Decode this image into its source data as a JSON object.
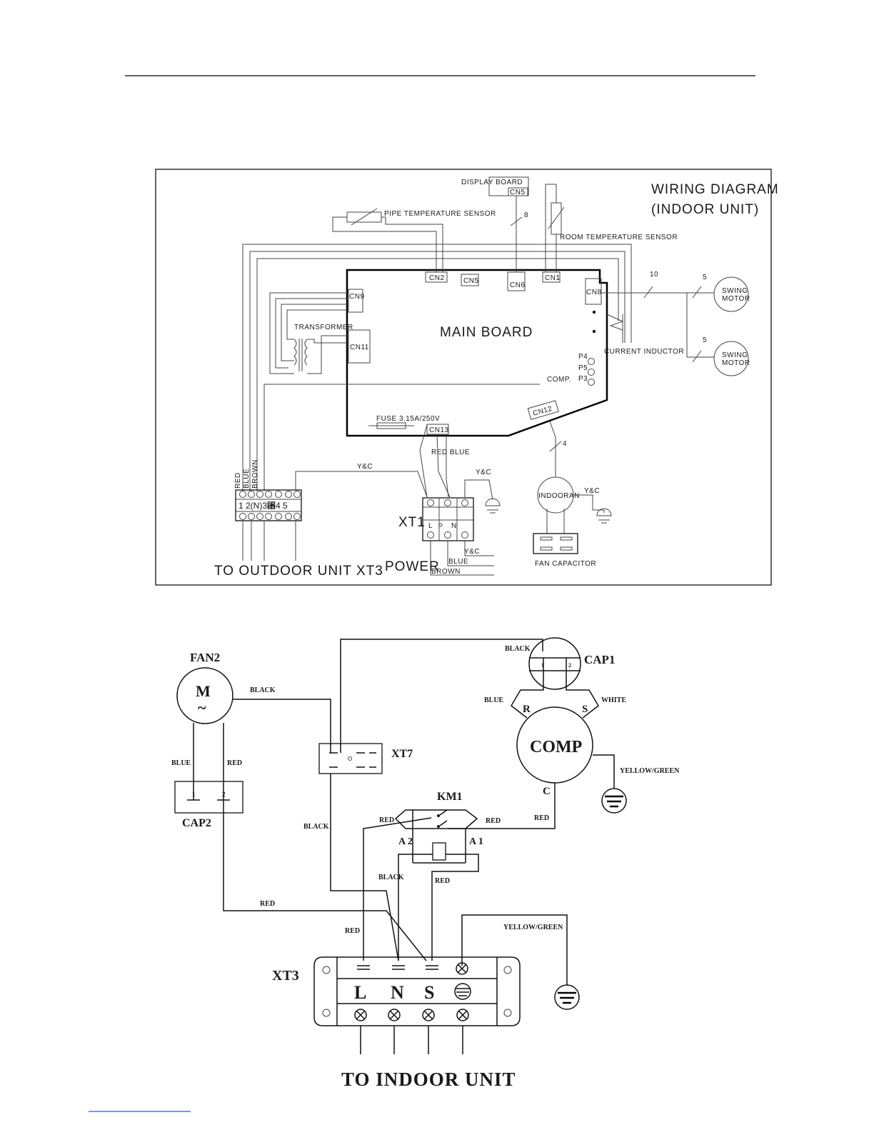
{
  "indoor": {
    "title_line1": "WIRING  DIAGRAM",
    "title_line2": "(INDOOR  UNIT)",
    "main_board": "MAIN  BOARD",
    "display_board": "DISPLAY  BOARD",
    "pipe_sensor": "PIPE  TEMPERATURE  SENSOR",
    "room_sensor": "ROOM  TEMPERATURE  SENSOR",
    "transformer": "TRANSFORMER",
    "current_inductor": "CURRENT  INDUCTOR",
    "swing_motor_1a": "SWING",
    "swing_motor_1b": "MOTOR",
    "swing_motor_2a": "SWING",
    "swing_motor_2b": "MOTOR",
    "fuse": "FUSE  3.15A/250V",
    "comp": "COMP.",
    "indoor_fan": "INDOORAN",
    "fan_capacitor": "FAN  CAPACITOR",
    "xt1": "XT1",
    "power": "POWER",
    "to_outdoor": "TO  OUTDOOR  UNIT  XT3",
    "connectors": {
      "cn5_top": "CN5",
      "cn2": "CN2",
      "cn5": "CN5",
      "cn6": "CN6",
      "cn1": "CN1",
      "cn9": "CN9",
      "cn11": "CN11",
      "cn8": "CN8",
      "cn12": "CN12",
      "cn13": "CN13"
    },
    "ports": {
      "p4": "P4",
      "p5": "P5",
      "p3": "P3"
    },
    "wire_counts": {
      "w8": "8",
      "w10": "10",
      "w5a": "5",
      "w5b": "5",
      "w4": "4"
    },
    "wires": {
      "red": "RED",
      "blue": "BLUE",
      "brown": "BROWN",
      "yc1": "Y&C",
      "yc2": "Y&C",
      "yc3": "Y&C",
      "yc4": "Y&C",
      "red_blue": "RED  BLUE",
      "blue2": "BLUE",
      "brown2": "BROWN"
    },
    "terminal_labels": "1  2(N)3␸4  5",
    "xt1_terminals": {
      "l": "L",
      "n": "N"
    }
  },
  "outdoor": {
    "fan2": "FAN2",
    "motor_m": "M",
    "motor_tilde": "~",
    "cap1": "CAP1",
    "cap2": "CAP2",
    "comp": "COMP",
    "xt7": "XT7",
    "km1": "KM1",
    "xt3": "XT3",
    "to_indoor": "TO  INDOOR  UNIT",
    "comp_pins": {
      "r": "R",
      "s": "S",
      "c": "C"
    },
    "km1_pins": {
      "a1": "A 1",
      "a2": "A 2"
    },
    "cap_pins": {
      "c1": "1",
      "c2": "2",
      "c3": "1",
      "c4": "2"
    },
    "xt3_terminals": {
      "l": "L",
      "n": "N",
      "s": "S"
    },
    "wires": {
      "black_top": "BLACK",
      "black_fan": "BLACK",
      "blue_cap": "BLUE",
      "white_cap": "WHITE",
      "blue_fan": "BLUE",
      "red_fan": "RED",
      "yellow_green_comp": "YELLOW/GREEN",
      "black_xt7": "BLACK",
      "red_km_left": "RED",
      "red_km_right": "RED",
      "red_comp_c": "RED",
      "black_km": "BLACK",
      "red_km_lower": "RED",
      "red_cap2": "RED",
      "red_xt3": "RED",
      "yellow_green_xt3": "YELLOW/GREEN"
    }
  }
}
